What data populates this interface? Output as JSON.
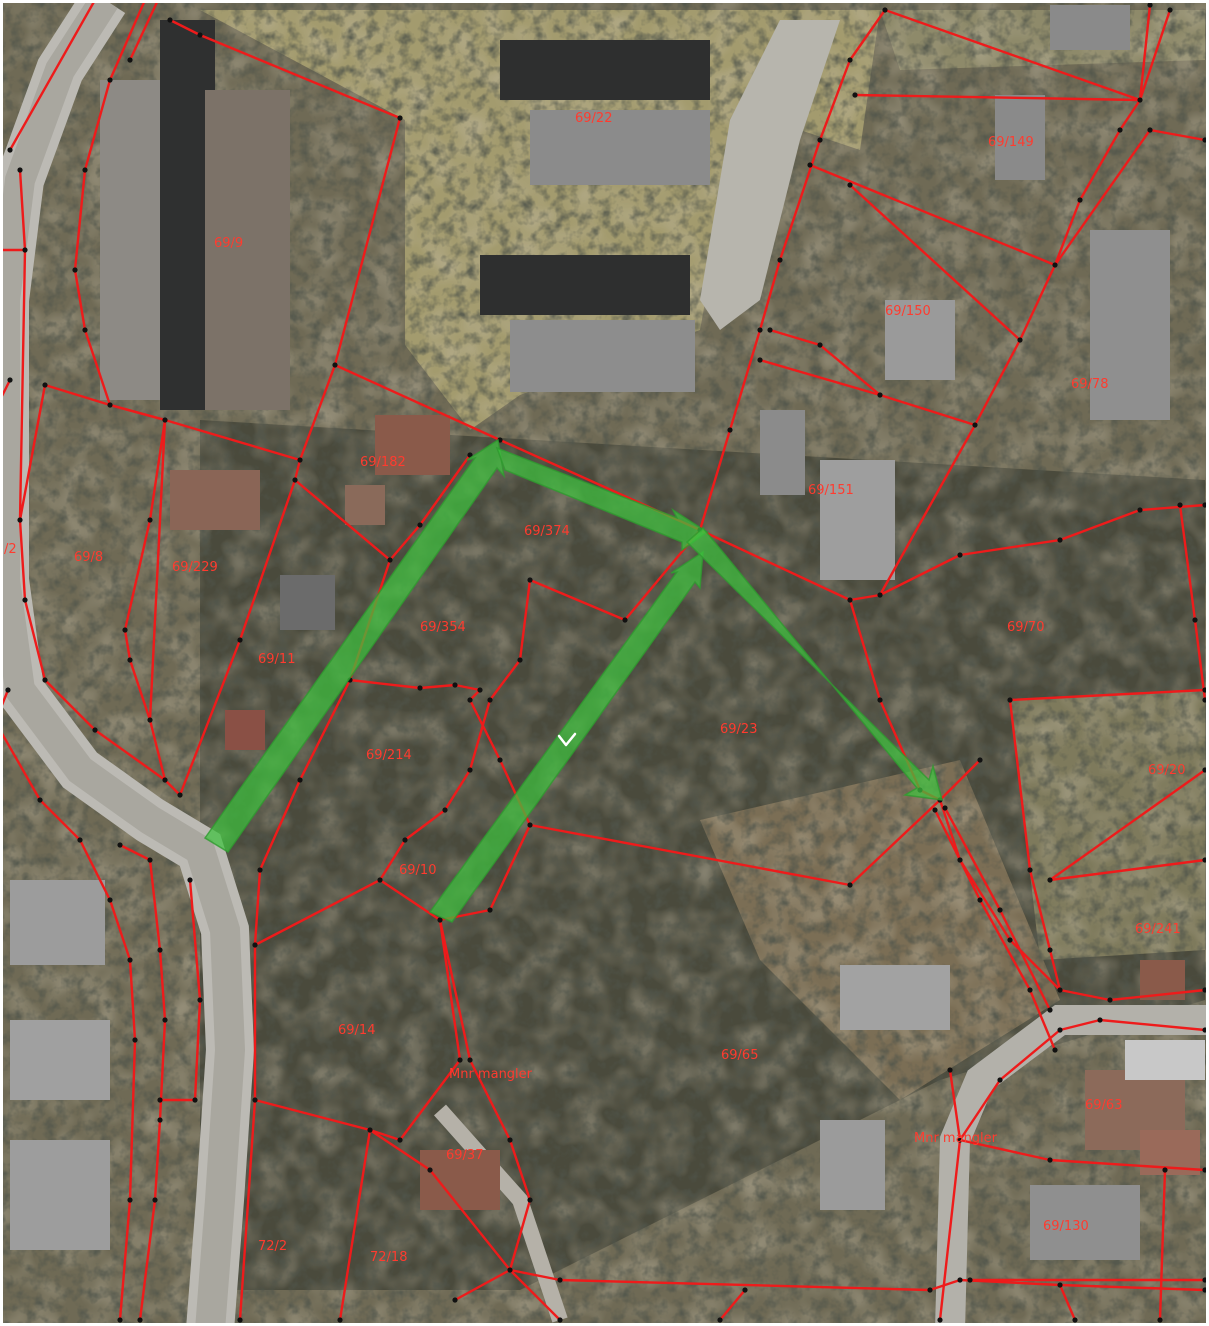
{
  "map": {
    "plot_labels": [
      {
        "id": "69/22",
        "text": "69/22"
      },
      {
        "id": "69/149",
        "text": "69/149"
      },
      {
        "id": "69/9",
        "text": "69/9"
      },
      {
        "id": "69/150",
        "text": "69/150"
      },
      {
        "id": "69/78",
        "text": "69/78"
      },
      {
        "id": "69/182",
        "text": "69/182"
      },
      {
        "id": "69/151",
        "text": "69/151"
      },
      {
        "id": "69/374",
        "text": "69/374"
      },
      {
        "id": "69/8",
        "text": "69/8"
      },
      {
        "id": "69/229",
        "text": "69/229"
      },
      {
        "id": "left-2",
        "text": "/2"
      },
      {
        "id": "69/354",
        "text": "69/354"
      },
      {
        "id": "69/70",
        "text": "69/70"
      },
      {
        "id": "69/11",
        "text": "69/11"
      },
      {
        "id": "69/23",
        "text": "69/23"
      },
      {
        "id": "69/214",
        "text": "69/214"
      },
      {
        "id": "69/20",
        "text": "69/20"
      },
      {
        "id": "69/10",
        "text": "69/10"
      },
      {
        "id": "69/241",
        "text": "69/241"
      },
      {
        "id": "69/14",
        "text": "69/14"
      },
      {
        "id": "69/65",
        "text": "69/65"
      },
      {
        "id": "mnr-1",
        "text": "Mnr mangler"
      },
      {
        "id": "69/63",
        "text": "69/63"
      },
      {
        "id": "69/37",
        "text": "69/37"
      },
      {
        "id": "mnr-2",
        "text": "Mnr mangler"
      },
      {
        "id": "69/130",
        "text": "69/130"
      },
      {
        "id": "72/2",
        "text": "72/2"
      },
      {
        "id": "72/18",
        "text": "72/18"
      }
    ],
    "colors": {
      "boundary": "#ee1b1b",
      "label": "#ff3b2f",
      "arrow": "#3fc23f",
      "vertex": "#111111"
    },
    "icons": {
      "arrows": "green-route-arrow-icon",
      "chevron": "chevron-down-icon"
    }
  }
}
